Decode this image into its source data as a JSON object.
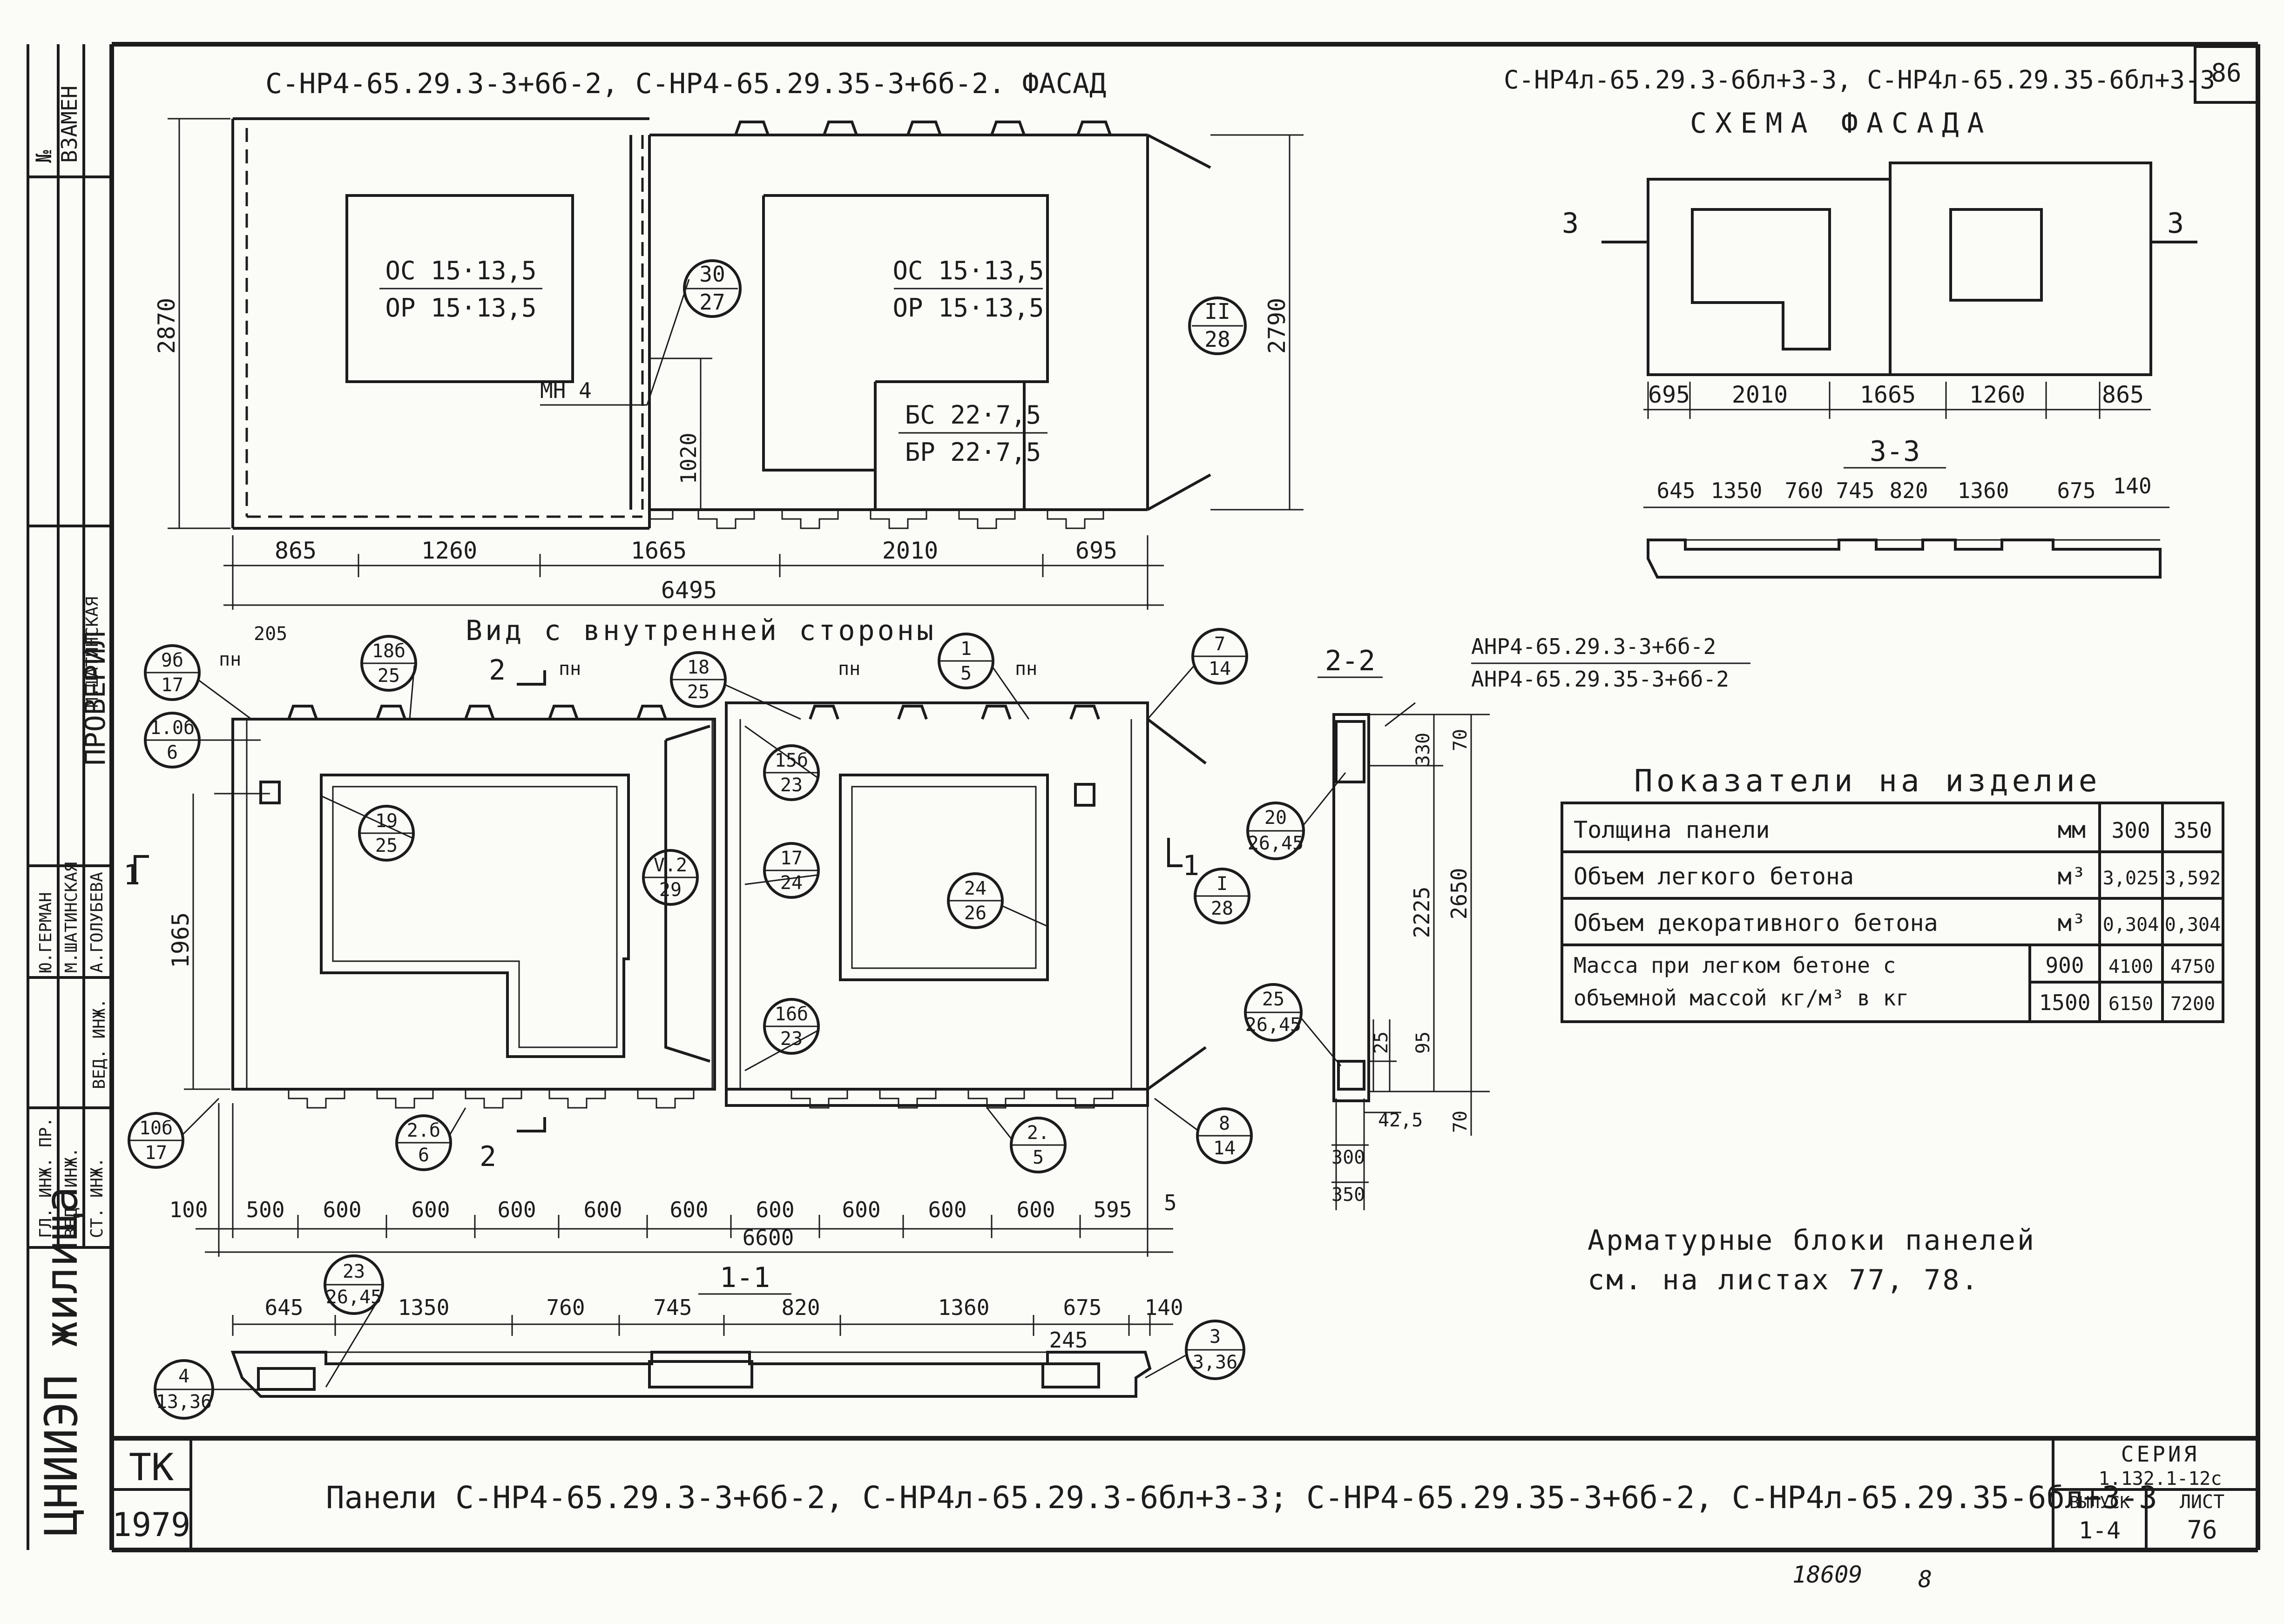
{
  "sheet_number": "86",
  "header": {
    "left_title": "С-НР4-65.29.3-3+6б-2, С-НР4-65.29.35-3+6б-2. ФАСАД",
    "right_title": "С-НР4л-65.29.3-6бл+3-3, С-НР4л-65.29.35-6бл+3-3",
    "scheme_title": "СХЕМА ФАСАДА",
    "inner_view_title": "Вид с внутренней стороны",
    "section_2_2": "2-2",
    "section_1_1": "1-1",
    "section_3_3": "3-3"
  },
  "facade": {
    "window_label_1a": "ОС 15·13,5",
    "window_label_1b": "ОР 15·13,5",
    "window_label_2a": "ОС 15·13,5",
    "window_label_2b": "ОР 15·13,5",
    "door_label_a": "БС 22·7,5",
    "door_label_b": "БР 22·7,5",
    "mn_label": "МН 4",
    "dim_height": "2870",
    "dim_right": "2790",
    "dim_1020": "1020",
    "bubble_30": "30",
    "bubble_27": "27",
    "bubble_II": "II",
    "bubble_28": "28",
    "dims_bottom": [
      "865",
      "1260",
      "1665",
      "2010",
      "695"
    ],
    "dim_total": "6495"
  },
  "scheme": {
    "dims": [
      "695",
      "2010",
      "1665",
      "1260",
      "865"
    ],
    "cut_label": "3",
    "section_dims": [
      "645",
      "1350",
      "760",
      "745",
      "820",
      "1360",
      "675",
      "140"
    ]
  },
  "inner": {
    "labels": {
      "pn1": "пн",
      "pn2": "пн",
      "pn3": "пн",
      "pn4": "пн",
      "dim_205": "205",
      "cut_2": "2",
      "cut_1": "1"
    },
    "bubbles": [
      {
        "top": "9б",
        "bot": "17"
      },
      {
        "top": "18б",
        "bot": "25"
      },
      {
        "top": "18",
        "bot": "25"
      },
      {
        "top": "1",
        "bot": "5"
      },
      {
        "top": "7",
        "bot": "14"
      },
      {
        "top": "1.0б",
        "bot": "6"
      },
      {
        "top": "19",
        "bot": "25"
      },
      {
        "top": "V.2",
        "bot": "29"
      },
      {
        "top": "15б",
        "bot": "23"
      },
      {
        "top": "17",
        "bot": "24"
      },
      {
        "top": "24",
        "bot": "26"
      },
      {
        "top": "I",
        "bot": "28"
      },
      {
        "top": "16б",
        "bot": "23"
      },
      {
        "top": "10б",
        "bot": "17"
      },
      {
        "top": "2.б",
        "bot": "6"
      },
      {
        "top": "2.",
        "bot": "5"
      },
      {
        "top": "8",
        "bot": "14"
      }
    ],
    "dim_1965": "1965",
    "dims_bottom": [
      "100",
      "500",
      "600",
      "600",
      "600",
      "600",
      "600",
      "600",
      "600",
      "600",
      "600",
      "595",
      "5"
    ],
    "dim_total": "6600"
  },
  "section_2_2": {
    "panel_codes_a": "АНР4-65.29.3-3+6б-2",
    "panel_codes_b": "АНР4-65.29.35-3+6б-2",
    "dims": {
      "d70a": "70",
      "d330": "330",
      "d2225": "2225",
      "d2650": "2650",
      "d95": "95",
      "d25": "25",
      "d70b": "70",
      "d425": "42,5",
      "d300": "300",
      "d350": "350"
    },
    "bubble_20_top": "20",
    "bubble_20_bot": "26,45",
    "bubble_25_top": "25",
    "bubble_25_bot": "26,45"
  },
  "section_1_1": {
    "dims": [
      "645",
      "1350",
      "760",
      "745",
      "820",
      "1360",
      "675",
      "140"
    ],
    "dim_245": "245",
    "bubble_23_top": "23",
    "bubble_23_bot": "26,45",
    "bubble_4_top": "4",
    "bubble_4_bot": "13,36",
    "bubble_3_top": "3",
    "bubble_3_bot": "3,36"
  },
  "indicators": {
    "title": "Показатели на изделие",
    "rows": [
      {
        "name": "Толщина панели",
        "unit": "мм",
        "v1": "300",
        "v2": "350"
      },
      {
        "name": "Объем легкого бетона",
        "unit": "м³",
        "v1": "3,025",
        "v2": "3,592"
      },
      {
        "name": "Объем декоративного бетона",
        "unit": "м³",
        "v1": "0,304",
        "v2": "0,304"
      }
    ],
    "mass_name_1": "Масса при легком бетоне с",
    "mass_name_2": "объемной массой кг/м³ в кг",
    "mass_rows": [
      {
        "density": "900",
        "v1": "4100",
        "v2": "4750"
      },
      {
        "density": "1500",
        "v1": "6150",
        "v2": "7200"
      }
    ]
  },
  "note": {
    "line1": "Арматурные блоки панелей",
    "line2": "см. на листах 77, 78."
  },
  "stamp": {
    "org": "ЦНИИЭП жилища",
    "col_vzamen_1": "№",
    "col_vzamen_2": "ВЗАМЕН",
    "checked": "ПРОВЕРИЛ",
    "names": [
      "М.ШАТИНСКАЯ",
      "Ю.ГЕРМАН",
      "М.ШАТИНСКАЯ",
      "А.ГОЛУБЕВА"
    ],
    "roles": [
      "ВЕД. ИНЖ.",
      "ГЛ. ИНЖ. ПР.",
      "ВЕД. ИНЖ.",
      "СТ. ИНЖ."
    ],
    "tk": "ТК",
    "year": "1979",
    "main_title": "Панели С-НР4-65.29.3-3+6б-2, С-НР4л-65.29.3-6бл+3-3; С-НР4-65.29.35-3+6б-2, С-НР4л-65.29.35-6бл+3-3",
    "series_label": "СЕРИЯ",
    "series_value": "1.132.1-12с",
    "issue_label": "ВЫПУСК",
    "issue_value": "1-4",
    "sheet_label": "ЛИСТ",
    "sheet_value": "76",
    "inv_number": "18609",
    "inv_suffix": "8"
  }
}
